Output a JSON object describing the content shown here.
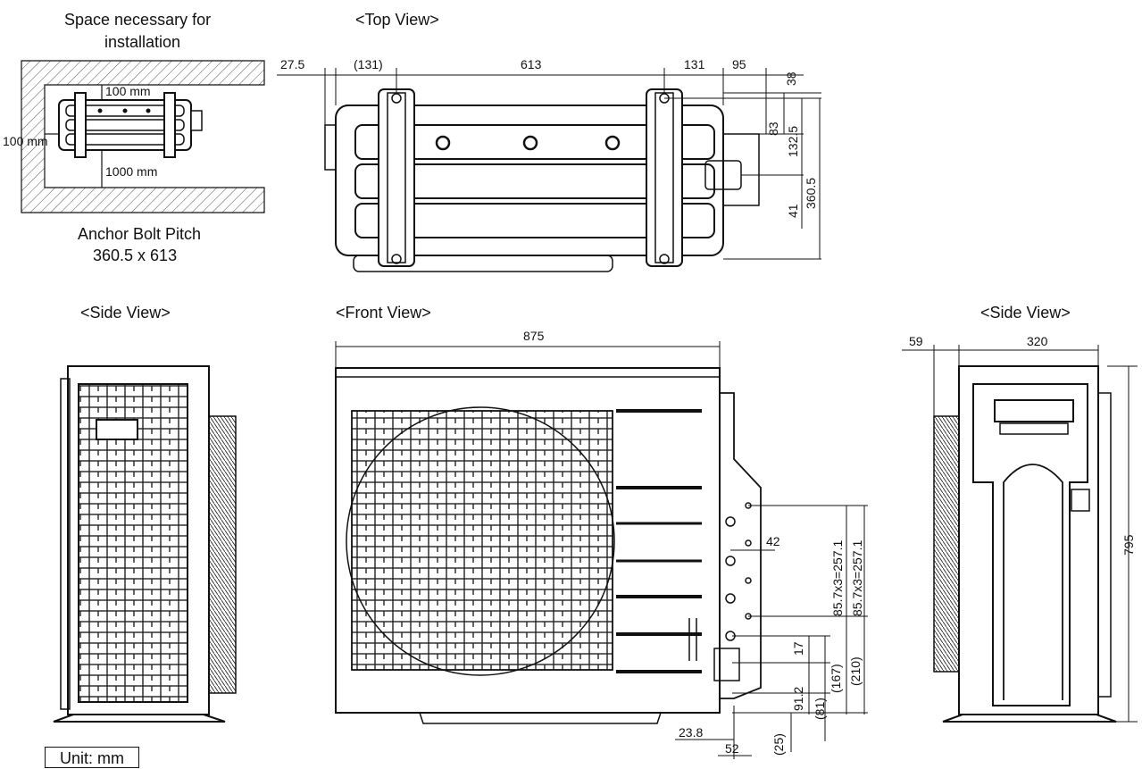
{
  "install": {
    "title_line1": "Space necessary for",
    "title_line2": "installation",
    "clear_top": "100 mm",
    "clear_left": "100 mm",
    "clear_front": "1000 mm",
    "anchor_title": "Anchor Bolt Pitch",
    "anchor_value": "360.5 x 613"
  },
  "views": {
    "top": "<Top View>",
    "side_left": "<Side View>",
    "front": "<Front View>",
    "side_right": "<Side View>"
  },
  "top_dims": {
    "d27_5": "27.5",
    "d131a": "(131)",
    "d613": "613",
    "d131b": "131",
    "d95": "95",
    "d38": "38",
    "d83": "83",
    "d132_5": "132.5",
    "d360_5": "360.5",
    "d41": "41"
  },
  "front_dims": {
    "d875": "875",
    "d42": "42",
    "d257a": "85.7x3=257.1",
    "d257b": "85.7x3=257.1",
    "d17": "17",
    "d167": "(167)",
    "d210": "(210)",
    "d91_2": "91.2",
    "d81": "(81)",
    "d25": "(25)",
    "d23_8": "23.8",
    "d52": "52"
  },
  "side_dims": {
    "d59": "59",
    "d320": "320",
    "d795": "795"
  },
  "unit": "Unit: mm",
  "colors": {
    "line": "#111111",
    "hatch": "#555555"
  }
}
